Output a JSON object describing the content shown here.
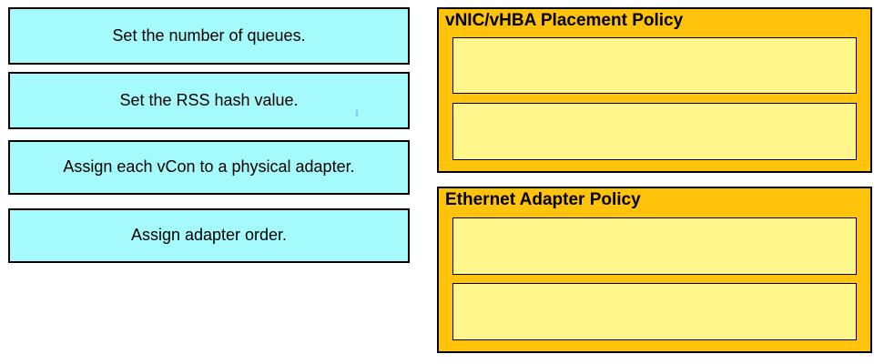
{
  "question": {
    "kind": "drag-and-drop",
    "options": [
      {
        "label": "Set the number of queues."
      },
      {
        "label": "Set the RSS hash value."
      },
      {
        "label": "Assign each vCon to a physical adapter."
      },
      {
        "label": "Assign adapter order."
      }
    ],
    "targets": [
      {
        "title": "vNIC/vHBA Placement Policy",
        "slots": [
          "",
          ""
        ]
      },
      {
        "title": "Ethernet Adapter Policy",
        "slots": [
          "",
          ""
        ]
      }
    ]
  },
  "colors": {
    "option_fill": "#a5fafb",
    "target_fill": "#ffc30b",
    "slot_fill": "#fff78c",
    "border": "#000000",
    "text": "#000000",
    "background": "#ffffff"
  }
}
